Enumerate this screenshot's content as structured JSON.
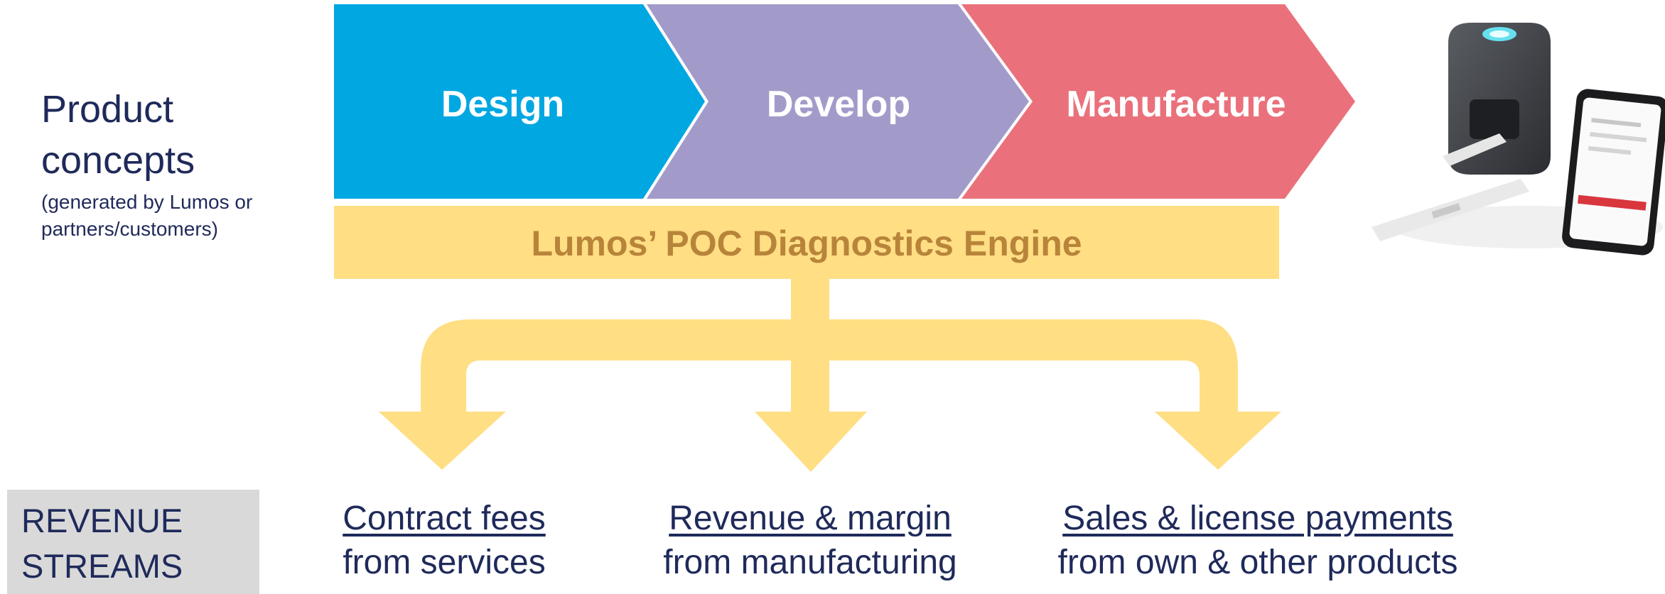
{
  "product_concepts": {
    "title": "Product concepts",
    "subtitle": "(generated by Lumos or partners/customers)"
  },
  "stages": [
    {
      "label": "Design",
      "color": "#00a7e1"
    },
    {
      "label": "Develop",
      "color": "#a29bca"
    },
    {
      "label": "Manufacture",
      "color": "#ea717b"
    }
  ],
  "engine": {
    "label": "Lumos’ POC Diagnostics Engine",
    "color": "#ffde84",
    "text_color": "#b8843a"
  },
  "revenue": {
    "label": "REVENUE STREAMS"
  },
  "streams": [
    {
      "title": "Contract fees",
      "detail": "from services"
    },
    {
      "title": "Revenue & margin",
      "detail": "from manufacturing"
    },
    {
      "title": "Sales & license payments",
      "detail": "from own & other products"
    }
  ],
  "colors": {
    "text_navy": "#1f2a5a",
    "revenue_box": "#d9d9d9"
  }
}
